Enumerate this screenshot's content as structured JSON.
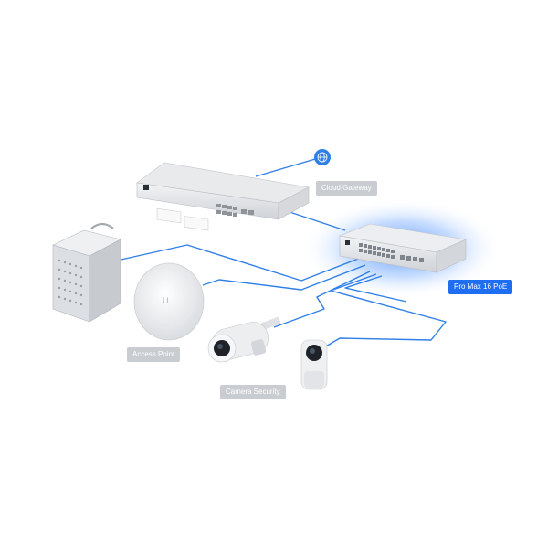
{
  "labels": {
    "cloud_gateway": "Cloud Gateway",
    "pro_max": "Pro Max 16 PoE",
    "access_point": "Access Point",
    "camera_security": "Camera Security"
  },
  "colors": {
    "link": "#2f7fe8",
    "glow": "#3f88ff",
    "label_bg": "#c9ccd1",
    "label_primary_bg": "#1f6df0"
  },
  "icons": [
    "globe-icon"
  ]
}
